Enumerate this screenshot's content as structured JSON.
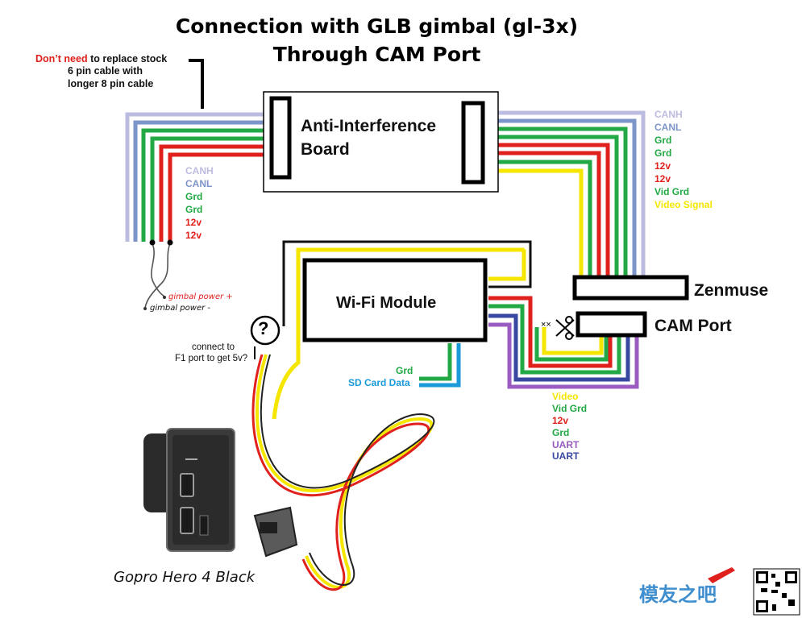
{
  "title": {
    "line1": "Connection with GLB gimbal (gl-3x)",
    "line2": "Through CAM Port"
  },
  "stock_note": {
    "emphasis": "Don’t need",
    "rest_line1": " to replace stock",
    "line2": "6 pin cable with",
    "line3": "longer 8 pin cable"
  },
  "components": {
    "anti_interference": {
      "line1": "Anti-Interference",
      "line2": "Board"
    },
    "wifi_module": "Wi-Fi Module",
    "zenmuse": "Zenmuse",
    "cam_port": "CAM Port",
    "gopro": "Gopro Hero 4 Black",
    "question_mark": "?"
  },
  "left_wires": [
    "CANH",
    "CANL",
    "Grd",
    "Grd",
    "12v",
    "12v"
  ],
  "right_wires": [
    "CANH",
    "CANL",
    "Grd",
    "Grd",
    "12v",
    "12v",
    "Vid Grd",
    "Video Signal"
  ],
  "wifi_wires": [
    "Grd",
    "SD Card Data"
  ],
  "cam_wires": [
    "Video",
    "Vid Grd",
    "12v",
    "Grd",
    "UART",
    "UART"
  ],
  "gimbal_power": {
    "plus": "gimbal power +",
    "minus": "gimbal power -"
  },
  "f1_note": {
    "line1": "connect to",
    "line2": "F1 port to get 5v?"
  },
  "scissor_marks": "××",
  "watermark": "模友之吧",
  "colors": {
    "CANH": "#bcbce0",
    "CANL": "#7d95c8",
    "Grd": "#22a844",
    "12v": "#e0201c",
    "Vid Grd": "#22a844",
    "Video Signal": "#f5e600",
    "SD Card Data": "#1a9ad8",
    "UART_1": "#9a5cc0",
    "UART_2": "#3848a0",
    "emphasis": "#e0201c"
  }
}
